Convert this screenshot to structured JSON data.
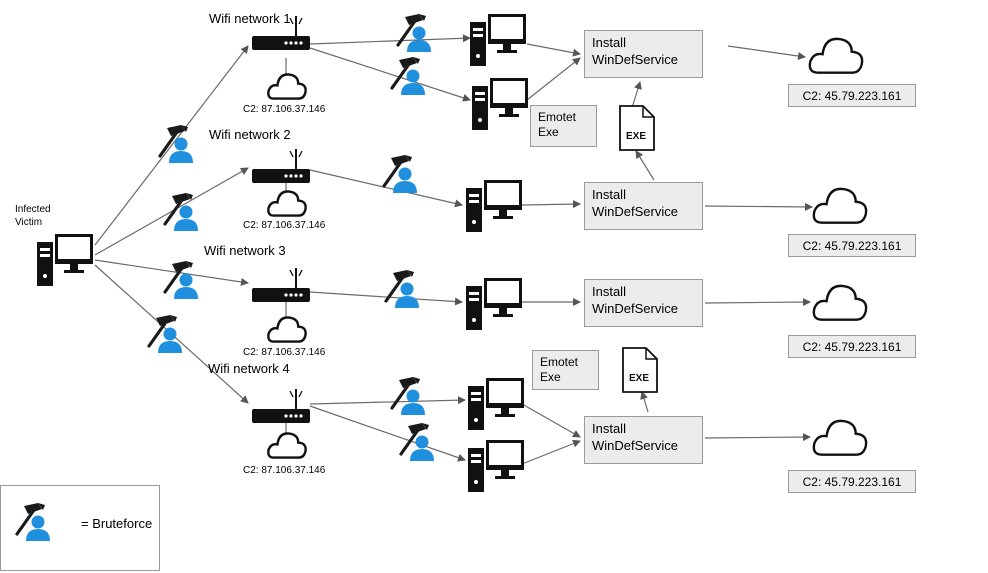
{
  "victim": {
    "label_line1": "Infected",
    "label_line2": "Victim"
  },
  "networks": [
    {
      "name": "Wifi network 1",
      "c2": "C2: 87.106.37.146"
    },
    {
      "name": "Wifi network 2",
      "c2": "C2: 87.106.37.146"
    },
    {
      "name": "Wifi network 3",
      "c2": "C2: 87.106.37.146"
    },
    {
      "name": "Wifi network 4",
      "c2": "C2: 87.106.37.146"
    }
  ],
  "services": [
    {
      "line1": "Install",
      "line2": "WinDefService"
    },
    {
      "line1": "Install",
      "line2": "WinDefService"
    },
    {
      "line1": "Install",
      "line2": "WinDefService"
    },
    {
      "line1": "Install",
      "line2": "WinDefService"
    }
  ],
  "emotet": [
    {
      "line1": "Emotet",
      "line2": "Exe"
    },
    {
      "line1": "Emotet",
      "line2": "Exe"
    }
  ],
  "exe_icon_text": "EXE",
  "remote_c2": [
    "C2: 45.79.223.161",
    "C2: 45.79.223.161",
    "C2: 45.79.223.161",
    "C2: 45.79.223.161"
  ],
  "legend": {
    "label": "= Bruteforce",
    "icon": "bruteforce-hammer-user-icon"
  },
  "icons": {
    "computer": "desktop-computer-icon",
    "router": "wifi-router-icon",
    "cloud": "cloud-icon",
    "file": "exe-file-icon",
    "attacker": "bruteforce-hammer-user-icon"
  },
  "colors": {
    "attacker": "#1f8fde",
    "hammer": "#1a1a1a",
    "box_fill": "#ececec",
    "line": "#6b6b6b"
  }
}
